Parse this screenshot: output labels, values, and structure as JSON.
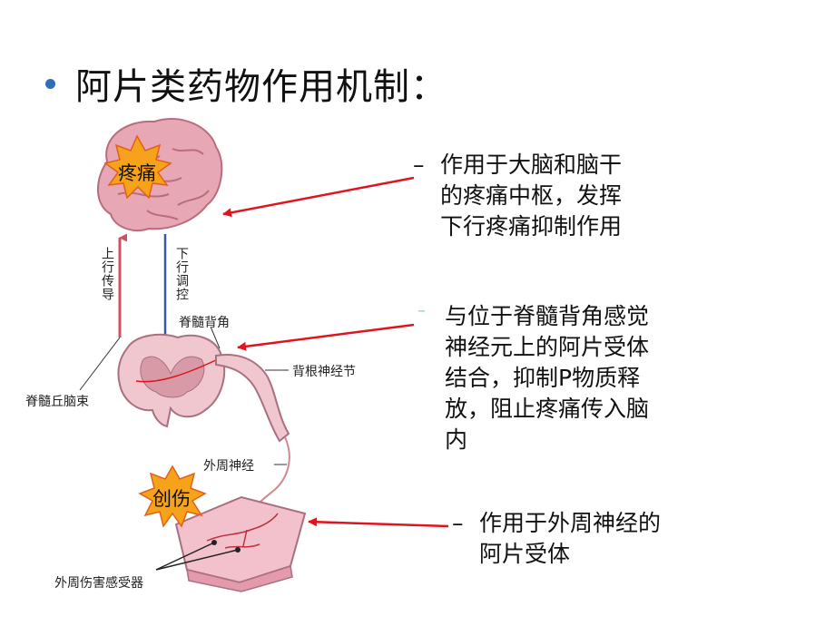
{
  "title": "阿片类药物作用机制：",
  "notes": {
    "brain": [
      "作用于大脑和脑干",
      "的疼痛中枢，发挥",
      "下行疼痛抑制作用"
    ],
    "dorsal_horn": [
      "与位于脊髓背角感觉",
      "神经元上的阿片受体",
      "结合，抑制P物质释",
      "放，阻止疼痛传入脑",
      "内"
    ],
    "peripheral": [
      "作用于外周神经的",
      "阿片受体"
    ]
  },
  "labels": {
    "pain": "疼痛",
    "injury": "创伤",
    "ascending": "上行传导",
    "descending": "下行调控",
    "dorsal_horn": "脊髓背角",
    "dorsal_root_ganglion": "背根神经节",
    "spinothalamic_tract": "脊髓丘脑束",
    "peripheral_nerve": "外周神经",
    "nociceptor": "外周伤害感受器"
  },
  "colors": {
    "bullet": "#2e6fb8",
    "arrow_red": "#e0141e",
    "arrow_blue": "#3a56a8",
    "burst": "#f7a21b",
    "brain": "#e7a7b4",
    "tissue": "#f2c1cc"
  },
  "icons": {
    "pain_burst": "burst-icon",
    "injury_burst": "burst-icon"
  }
}
